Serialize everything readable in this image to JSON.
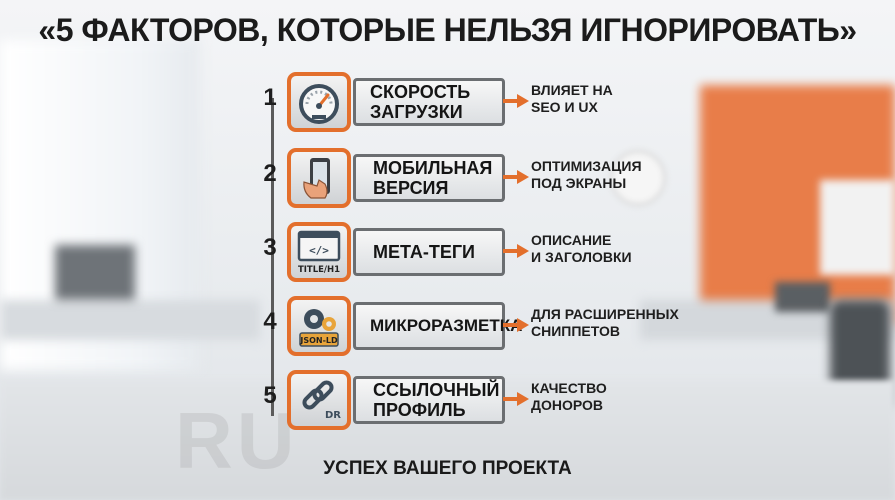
{
  "title": "«5 ФАКТОРОВ, КОТОРЫЕ НЕЛЬЗЯ ИГНОРИРОВАТЬ»",
  "factors": [
    {
      "number": "1",
      "label_line1": "СКОРОСТЬ",
      "label_line2": "ЗАГРУЗКИ",
      "icon": "speedometer-icon",
      "note_line1": "ВЛИЯЕТ НА",
      "note_line2": "SEO И UX"
    },
    {
      "number": "2",
      "label_line1": "МОБИЛЬНАЯ",
      "label_line2": "ВЕРСИЯ",
      "icon": "smartphone-icon",
      "note_line1": "ОПТИМИЗАЦИЯ",
      "note_line2": "ПОД ЭКРАНЫ"
    },
    {
      "number": "3",
      "label_line1": "МЕТА-ТЕГИ",
      "label_line2": "",
      "icon": "code-window-icon",
      "icon_caption": "TITLE/H1",
      "note_line1": "ОПИСАНИЕ",
      "note_line2": "И ЗАГОЛОВКИ"
    },
    {
      "number": "4",
      "label_line1": "МИКРОРАЗМЕТКА",
      "label_line2": "",
      "icon": "gears-icon",
      "icon_caption": "JSON-LD",
      "note_line1": "ДЛЯ РАСШИРЕННЫХ",
      "note_line2": "СНИППЕТОВ"
    },
    {
      "number": "5",
      "label_line1": "ССЫЛОЧНЫЙ",
      "label_line2": "ПРОФИЛЬ",
      "icon": "chain-link-icon",
      "icon_caption": "DR",
      "note_line1": "КАЧЕСТВО",
      "note_line2": "ДОНОРОВ"
    }
  ],
  "footer": "УСПЕХ ВАШЕГО ПРОЕКТА",
  "watermark": "RU",
  "colors": {
    "accent": "#e36f2c",
    "bar_border": "#6b6e71",
    "text": "#151515"
  }
}
